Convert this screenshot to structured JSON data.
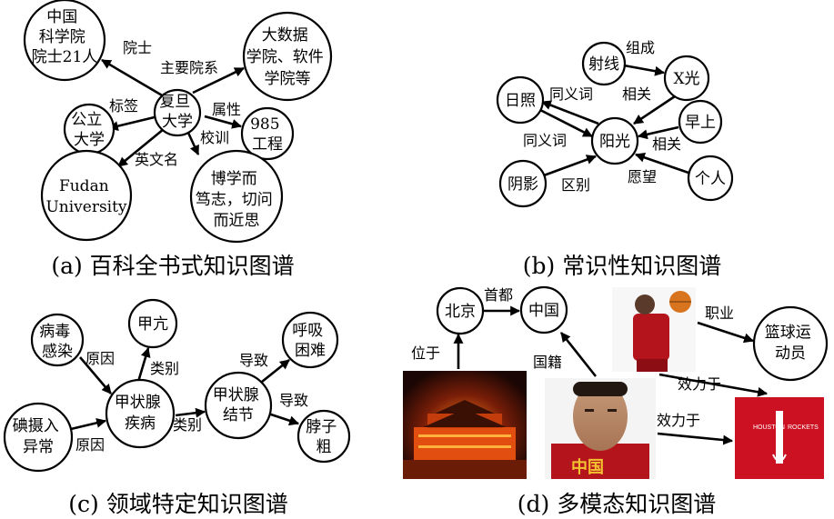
{
  "panels": {
    "a": {
      "caption": "(a) 百科全书式知识图谱",
      "nodes": {
        "cas": [
          "中国",
          "科学院",
          "院士21人"
        ],
        "bigdata": [
          "大数据",
          "学院、软件",
          "学院等"
        ],
        "fudan": [
          "复旦",
          "大学"
        ],
        "public": [
          "公立",
          "大学"
        ],
        "n985": [
          "985",
          "工程"
        ],
        "english": [
          "Fudan",
          "University"
        ],
        "motto": [
          "博学而",
          "笃志，切问",
          "而近思"
        ]
      },
      "edges": {
        "academician": "院士",
        "main_schools": "主要院系",
        "tag": "标签",
        "attribute": "属性",
        "motto": "校训",
        "english_name": "英文名"
      }
    },
    "b": {
      "caption": "(b) 常识性知识图谱",
      "nodes": {
        "ray": "射线",
        "xray": "X光",
        "sunshine": "日照",
        "sun": "阳光",
        "morning": "早上",
        "shadow": "阴影",
        "person": "个人"
      },
      "edges": {
        "compose": "组成",
        "synonym_top": "同义词",
        "related_xray": "相关",
        "synonym_bottom": "同义词",
        "related_morning": "相关",
        "difference": "区别",
        "wish": "愿望"
      }
    },
    "c": {
      "caption": "(c) 领域特定知识图谱",
      "nodes": {
        "virus": [
          "病毒",
          "感染"
        ],
        "hyperthyroid": "甲亢",
        "thyroid_disease": [
          "甲状腺",
          "疾病"
        ],
        "breathing": [
          "呼吸",
          "困难"
        ],
        "nodule": [
          "甲状腺",
          "结节"
        ],
        "iodine": [
          "碘摄入",
          "异常"
        ],
        "neck": [
          "脖子",
          "粗"
        ]
      },
      "edges": {
        "cause_top": "原因",
        "category_top": "类别",
        "lead_top": "导致",
        "category_mid": "类别",
        "lead_bottom": "导致",
        "cause_bottom": "原因"
      }
    },
    "d": {
      "caption": "(d) 多模态知识图谱",
      "nodes": {
        "beijing": "北京",
        "china": "中国",
        "basketball": [
          "篮球运",
          "动员"
        ],
        "rockets_logo_1": "HOUSTON",
        "rockets_logo_2": "ROCKETS"
      },
      "edges": {
        "capital": "首都",
        "occupation": "职业",
        "located_in": "位于",
        "nationality": "国籍",
        "plays_for_top": "效力于",
        "plays_for_bottom": "效力于"
      },
      "images": {
        "tiananmen": "tiananmen-photo",
        "yao": "yao-ming-photo",
        "francis": "basketball-player-photo",
        "rockets": "rockets-logo"
      },
      "colors": {
        "rockets_red": "#cc1122",
        "jersey_red": "#b4141c",
        "night_sky": "#1a0604"
      }
    }
  }
}
